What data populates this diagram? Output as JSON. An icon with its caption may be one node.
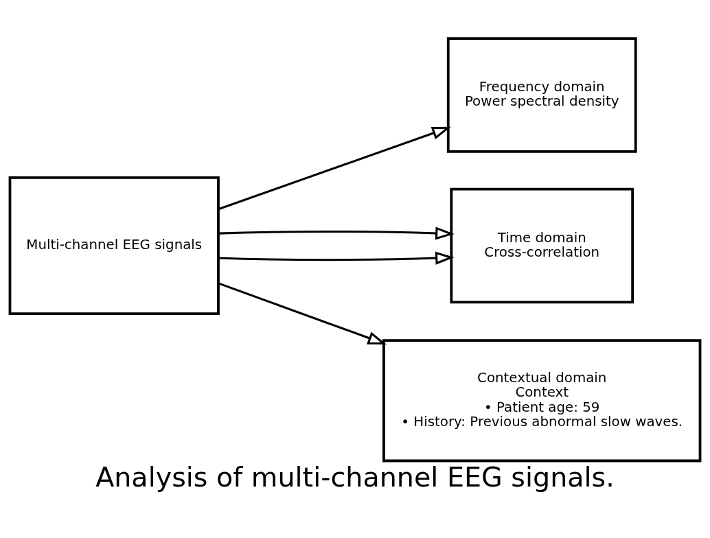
{
  "diagram": {
    "caption": "Analysis of multi-channel EEG signals.",
    "nodes": [
      {
        "text": [
          "Multi-channel EEG signals"
        ]
      },
      {
        "text": [
          "Frequency domain",
          "Power spectral density"
        ]
      },
      {
        "text": [
          "Time domain",
          "Cross-correlation"
        ]
      },
      {
        "text": [
          "Contextual domain",
          "Context",
          "• Patient age: 59",
          "• History: Previous abnormal slow waves."
        ]
      }
    ],
    "edges": [
      {
        "from": 0,
        "to": 1,
        "arrow": "to"
      },
      {
        "from": 0,
        "to": 2,
        "arrow": "to"
      },
      {
        "from": 0,
        "to": 2,
        "arrow": "to"
      },
      {
        "from": 0,
        "to": 3,
        "arrow": "to"
      }
    ]
  }
}
